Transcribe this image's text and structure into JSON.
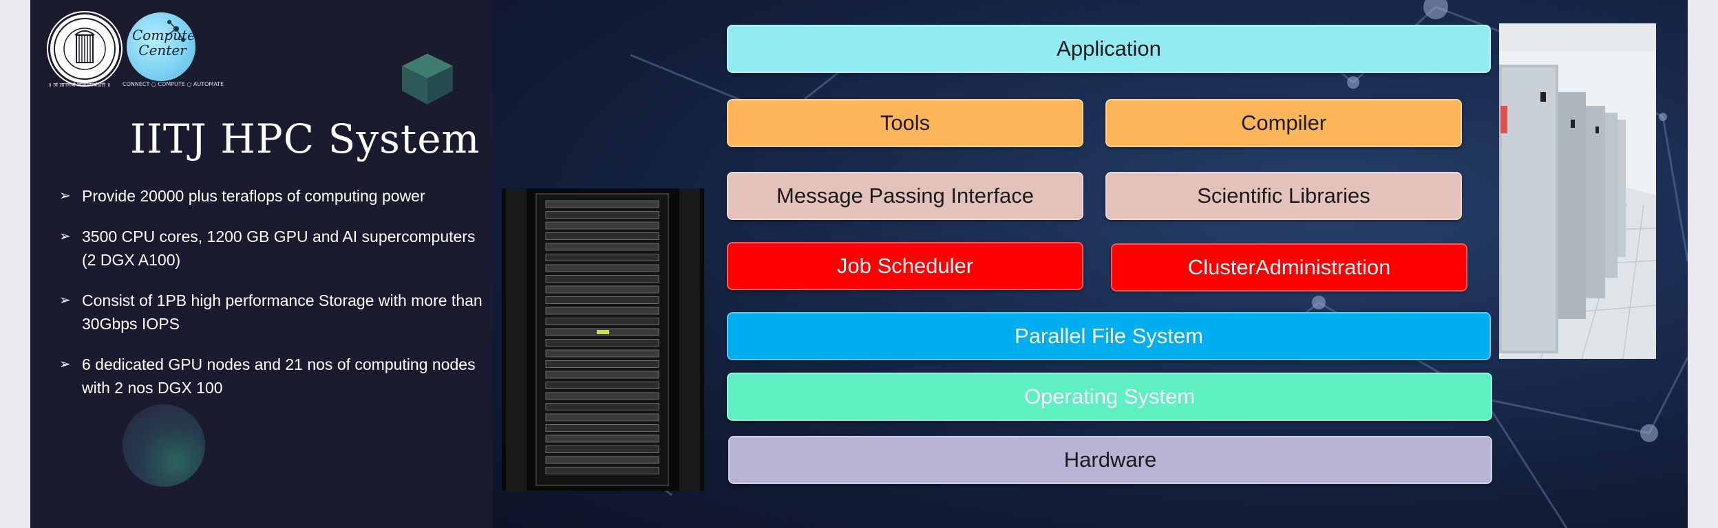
{
  "logos": {
    "cc_text": "Computer Center",
    "iit_caption": "॥ त्वं ज्ञानमयो विज्ञानमयोऽसि ॥",
    "cc_caption": "CONNECT ○ COMPUTE ○ AUTOMATE"
  },
  "left": {
    "title": "IITJ HPC System",
    "bullets": [
      "Provide 20000 plus teraflops of computing power",
      "3500 CPU cores, 1200 GB GPU and AI supercomputers (2 DGX A100)",
      "Consist of 1PB high performance Storage with more than 30Gbps IOPS",
      "6 dedicated GPU nodes and 21 nos of computing nodes with 2 nos DGX 100"
    ]
  },
  "stack": {
    "application": "Application",
    "tools": "Tools",
    "compiler": "Compiler",
    "mpi": "Message Passing Interface",
    "sci_libs": "Scientific Libraries",
    "job_scheduler": "Job Scheduler",
    "cluster_admin": "ClusterAdministration",
    "pfs": "Parallel File System",
    "os": "Operating System",
    "hardware": "Hardware"
  },
  "colors": {
    "application": "#93ebf2",
    "tools": "#fdb55a",
    "compiler": "#fdb55a",
    "mpi": "#e3c2bb",
    "sci_libs": "#e3c2bb",
    "job_scheduler": "#ff0000",
    "cluster_admin": "#ff0000",
    "pfs": "#00aeef",
    "os": "#5ff0c2",
    "hardware": "#b7b4d6"
  }
}
